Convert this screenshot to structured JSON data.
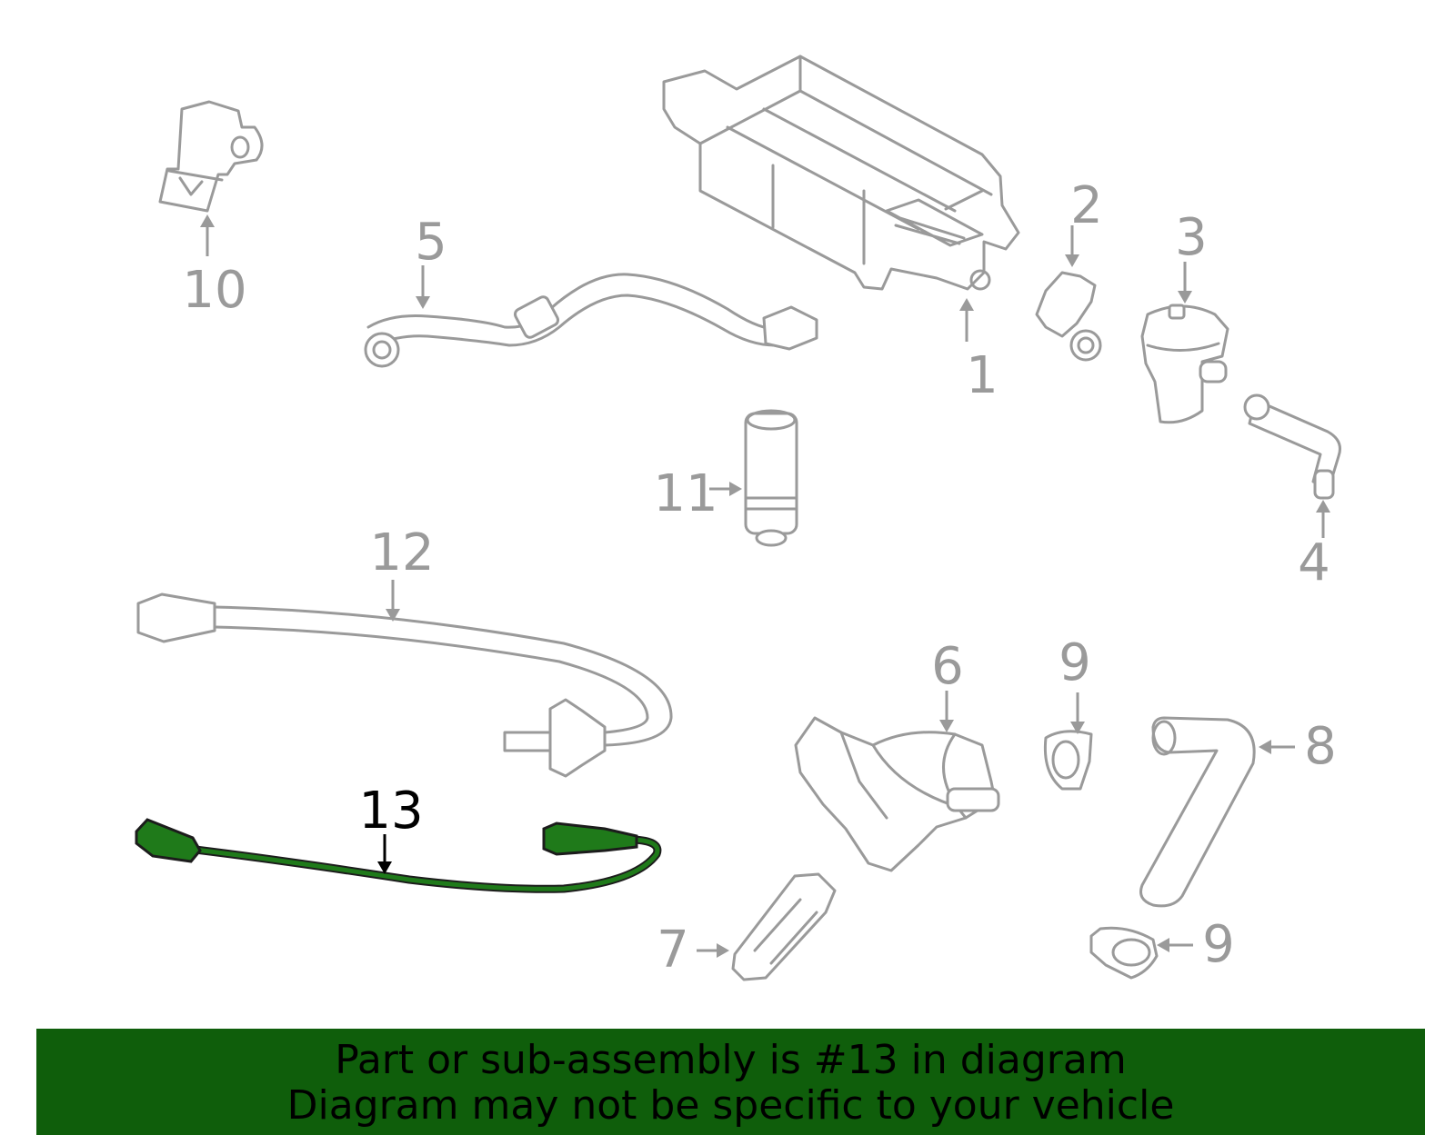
{
  "diagram": {
    "callouts": [
      "1",
      "2",
      "3",
      "4",
      "5",
      "6",
      "7",
      "8",
      "9",
      "9",
      "10",
      "11",
      "12",
      "13"
    ],
    "highlighted_part": "13",
    "colors": {
      "part_line": "#9a9a9a",
      "highlight": "#1f7a1a",
      "banner": "#0f5e0b",
      "banner_text": "#000000"
    }
  },
  "banner": {
    "line1": "Part or sub-assembly is #13 in diagram",
    "line2": "Diagram may not be specific to your vehicle"
  }
}
